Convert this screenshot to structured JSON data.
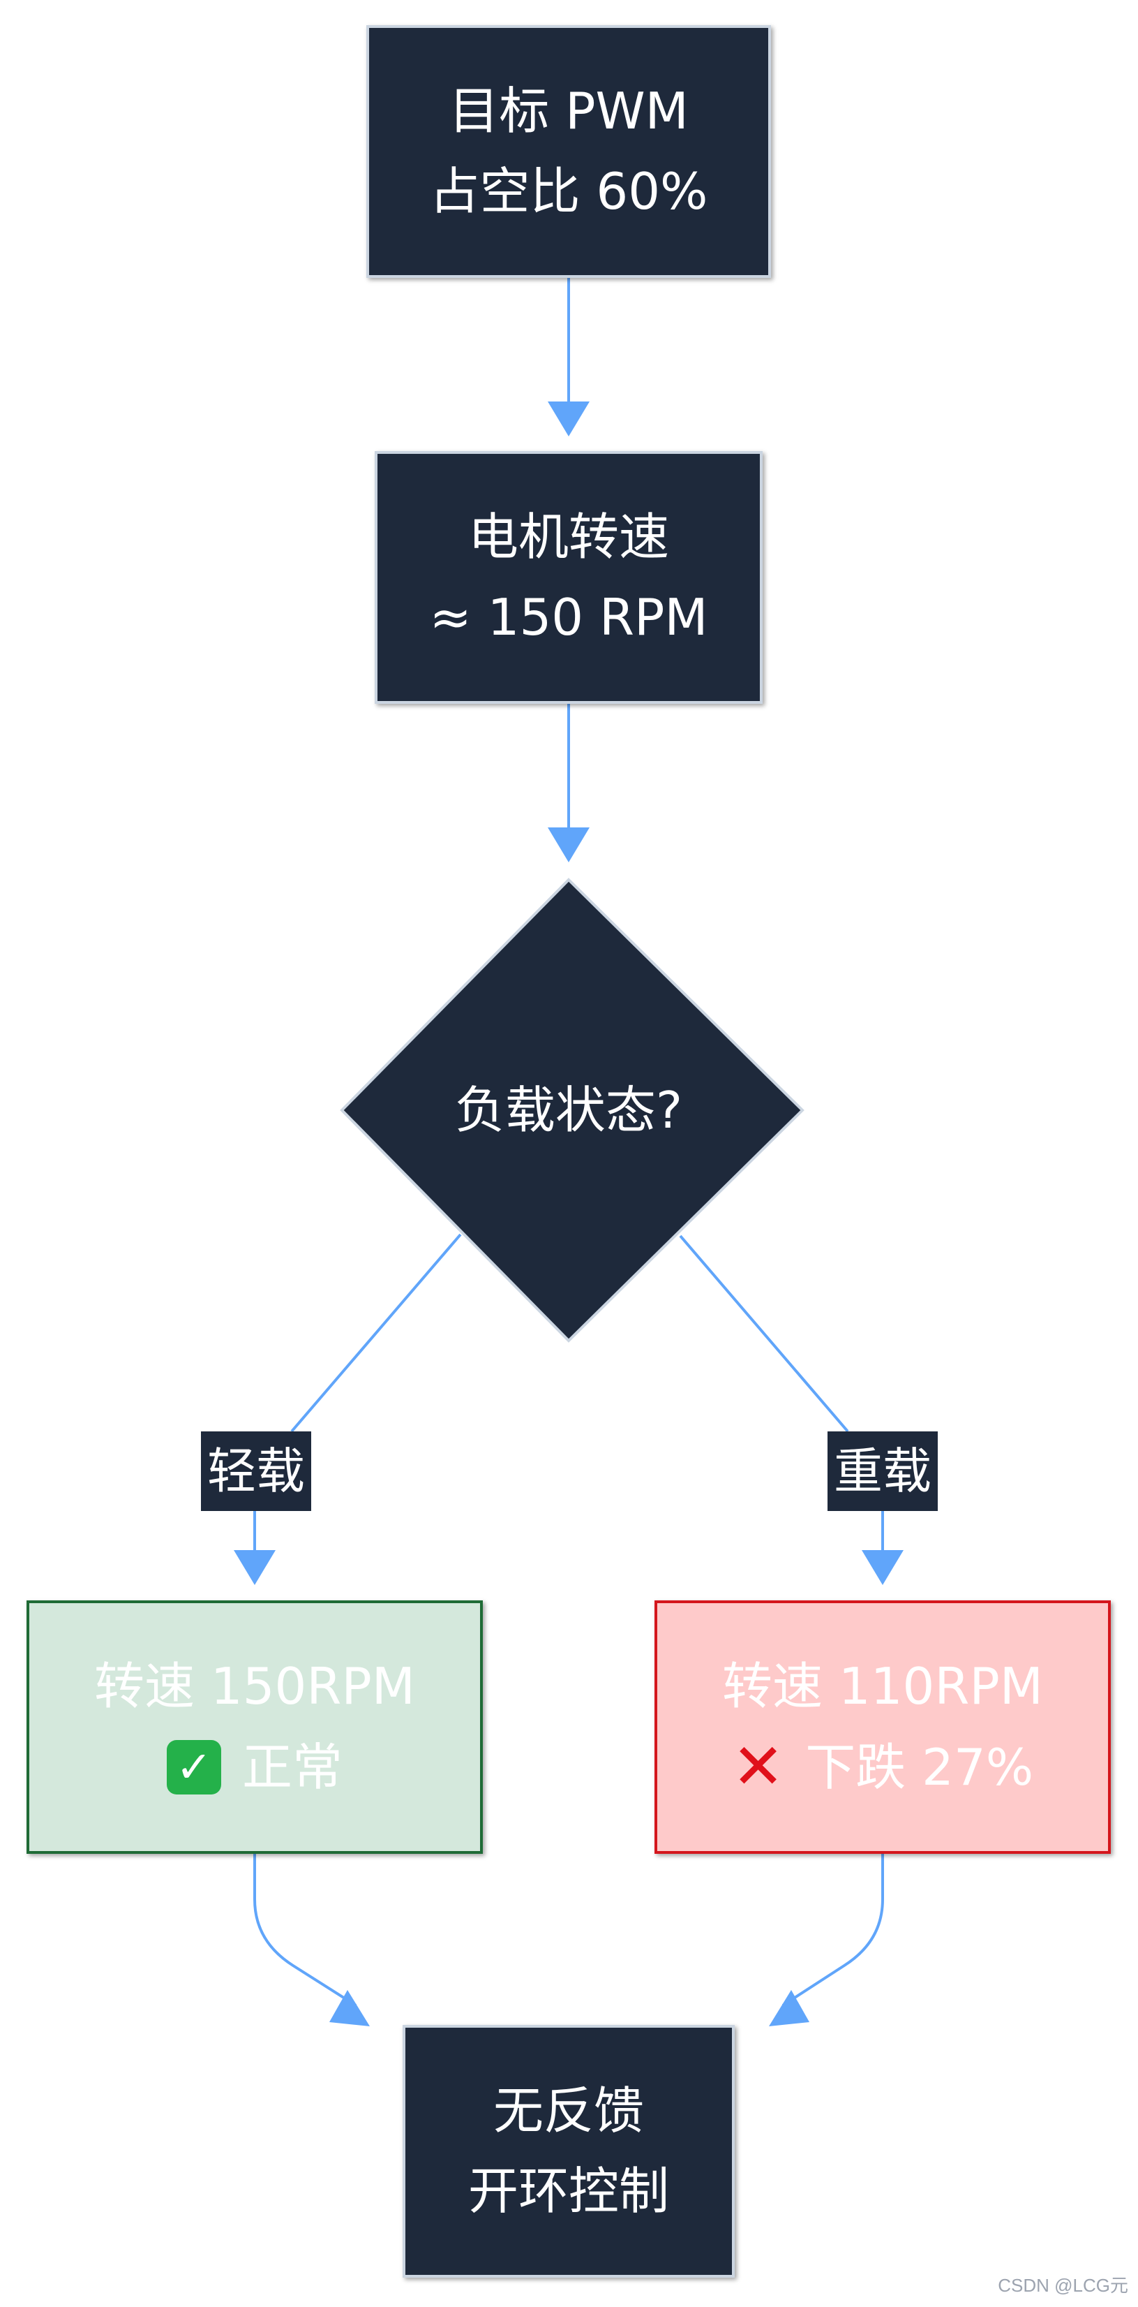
{
  "colors": {
    "node_fill": "#1e293b",
    "node_border": "#cbd5e1",
    "edge": "#60a5fa",
    "ok_fill": "#d4e8dc",
    "ok_border": "#1f6b36",
    "bad_fill": "#fecaca",
    "bad_border": "#d4161d"
  },
  "nodes": {
    "target_pwm": {
      "line1": "目标 PWM",
      "line2": "占空比 60%"
    },
    "motor_speed": {
      "line1": "电机转速",
      "line2": "≈ 150 RPM"
    },
    "load_decision": {
      "label": "负载状态?"
    },
    "light_result": {
      "line1": "转速 150RPM",
      "line2": "正常",
      "icon": "check-mark-icon",
      "icon_glyph": "✓"
    },
    "heavy_result": {
      "line1": "转速 110RPM",
      "line2": "下跌 27%",
      "icon": "cross-mark-icon",
      "icon_glyph": "✕"
    },
    "open_loop": {
      "line1": "无反馈",
      "line2": "开环控制"
    }
  },
  "edge_labels": {
    "light": "轻载",
    "heavy": "重载"
  },
  "watermark": "CSDN @LCG元"
}
